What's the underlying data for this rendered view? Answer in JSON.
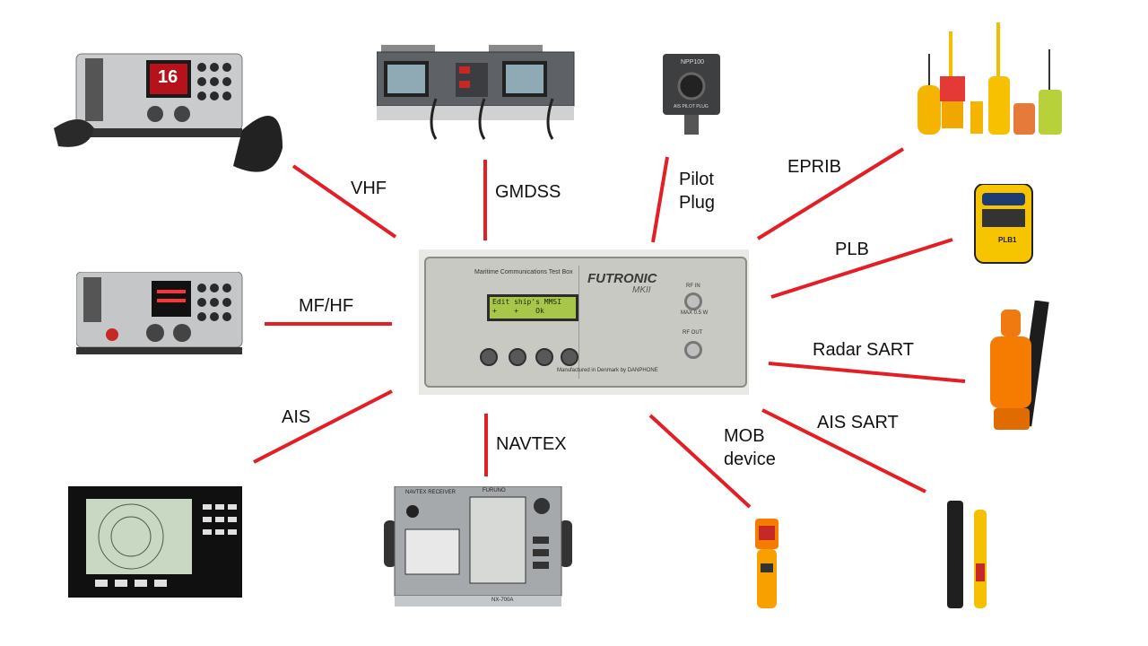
{
  "diagram": {
    "center": {
      "name": "Futronic MKII test box",
      "subtitle": "Maritime Communications Test Box",
      "brand": "FUTRONIC",
      "model": "MKII",
      "display_line1": "Edit ship's MMSI",
      "display_line2": "+    +    Ok",
      "manufacturer": "Manufactured in Denmark by DANPHONE",
      "rf_in": "RF IN",
      "rf_in_note": "MAX 0.5 W",
      "rf_out": "RF OUT"
    },
    "links": [
      {
        "id": "vhf",
        "label": "VHF"
      },
      {
        "id": "gmdss",
        "label": "GMDSS"
      },
      {
        "id": "pilot",
        "label": "Pilot Plug"
      },
      {
        "id": "eprib",
        "label": "EPRIB"
      },
      {
        "id": "mfhf",
        "label": "MF/HF"
      },
      {
        "id": "plb",
        "label": "PLB"
      },
      {
        "id": "radar",
        "label": "Radar SART"
      },
      {
        "id": "ais",
        "label": "AIS"
      },
      {
        "id": "navtex",
        "label": "NAVTEX"
      },
      {
        "id": "mob",
        "label": "MOB device"
      },
      {
        "id": "aissart",
        "label": "AIS SART"
      }
    ],
    "device_text": {
      "vhf_channel": "16",
      "pilot_plug_model": "NPP100",
      "pilot_plug_caption": "AIS PILOT PLUG",
      "plb_model": "PLB1",
      "navtex_header": "NAVTEX RECEIVER",
      "navtex_brand": "FURUNO",
      "navtex_model": "NX-700A"
    },
    "colors": {
      "line": "#e31e24",
      "label": "#111111"
    }
  }
}
